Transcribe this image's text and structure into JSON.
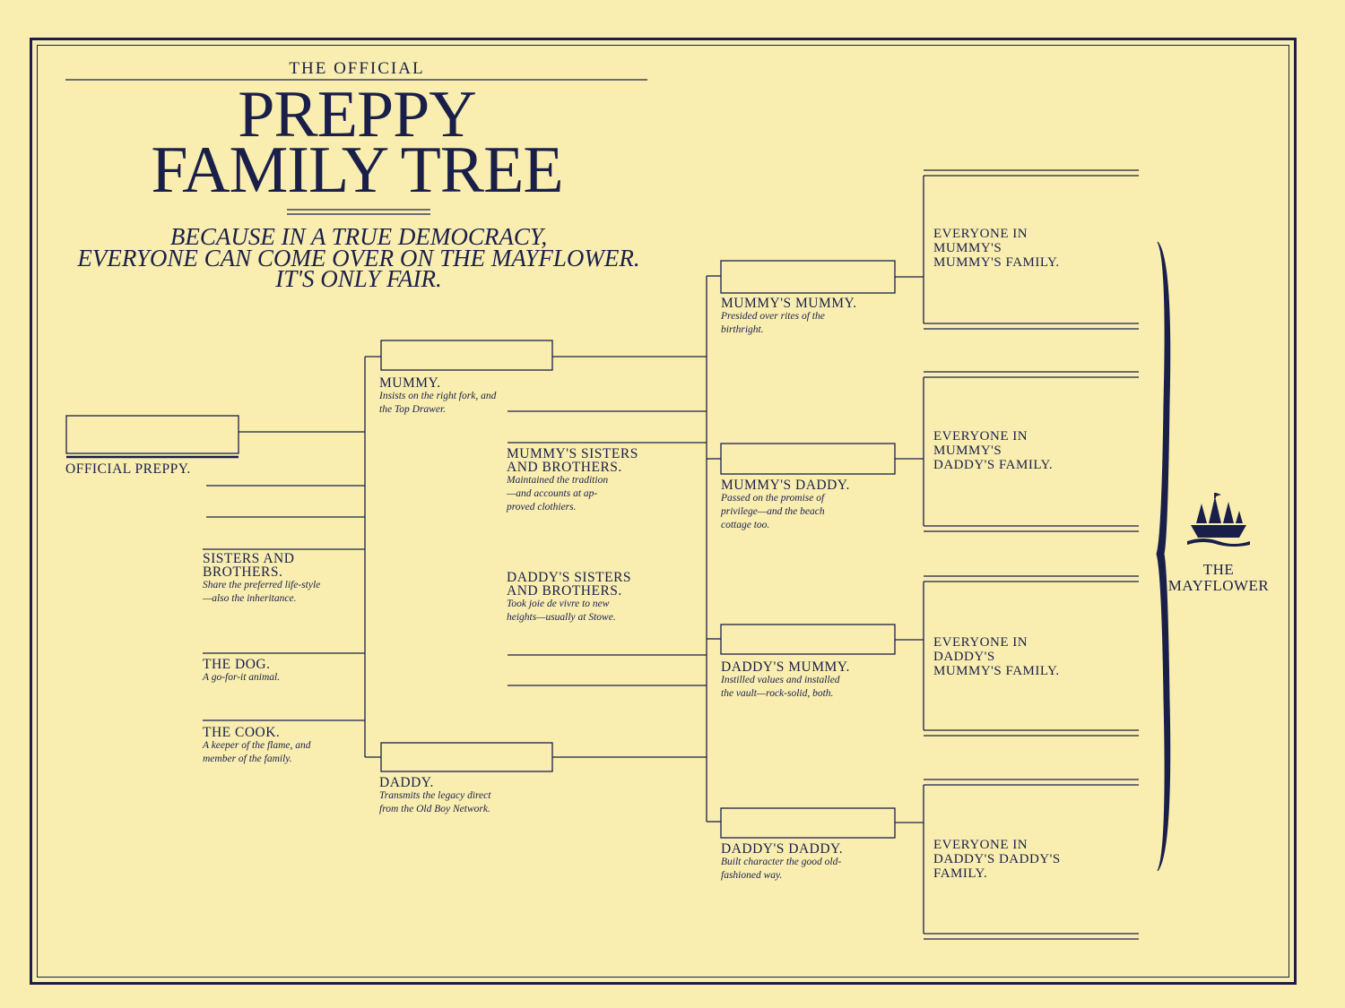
{
  "header": {
    "kicker": "THE OFFICIAL",
    "title_line1": "PREPPY",
    "title_line2": "FAMILY TREE"
  },
  "tagline": {
    "line1": "BECAUSE IN A TRUE DEMOCRACY,",
    "line2": "EVERYONE CAN COME OVER ON THE MAYFLOWER.",
    "line3": "IT'S ONLY FAIR."
  },
  "nodes": {
    "official_preppy": {
      "label": "OFFICIAL PREPPY."
    },
    "sisters_brothers": {
      "label_line1": "SISTERS AND",
      "label_line2": "BROTHERS.",
      "desc": "Share the preferred life-style—also the inheritance."
    },
    "dog": {
      "label": "THE DOG.",
      "desc": "A go-for-it animal."
    },
    "cook": {
      "label": "THE COOK.",
      "desc": "A keeper of the flame, and member of the family."
    },
    "mummy": {
      "label": "MUMMY.",
      "desc": "Insists on the right fork, and the Top Drawer."
    },
    "daddy": {
      "label": "DADDY.",
      "desc": "Transmits the legacy direct from the Old Boy Network."
    },
    "mummys_siblings": {
      "label_line1": "MUMMY'S SISTERS",
      "label_line2": "AND BROTHERS.",
      "desc": "Maintained the tradition —and accounts at ap-proved clothiers."
    },
    "daddys_siblings": {
      "label_line1": "DADDY'S SISTERS",
      "label_line2": "AND BROTHERS.",
      "desc": "Took joie de vivre to new heights—usually at Stowe."
    },
    "mummys_mummy": {
      "label": "MUMMY'S MUMMY.",
      "desc": "Presided over rites of the birthright."
    },
    "mummys_daddy": {
      "label": "MUMMY'S DADDY.",
      "desc": "Passed on the promise of privilege—and the beach cottage too."
    },
    "daddys_mummy": {
      "label": "DADDY'S MUMMY.",
      "desc": "Instilled values and installed the vault—rock-solid, both."
    },
    "daddys_daddy": {
      "label": "DADDY'S DADDY.",
      "desc": "Built character the good old-fashioned way."
    }
  },
  "families": [
    {
      "line1": "EVERYONE IN",
      "line2": "MUMMY'S",
      "line3": "MUMMY'S FAMILY."
    },
    {
      "line1": "EVERYONE IN",
      "line2": "MUMMY'S",
      "line3": "DADDY'S FAMILY."
    },
    {
      "line1": "EVERYONE IN",
      "line2": "DADDY'S",
      "line3": "MUMMY'S FAMILY."
    },
    {
      "line1": "EVERYONE IN",
      "line2": "DADDY'S DADDY'S",
      "line3": "FAMILY."
    }
  ],
  "mayflower": {
    "line1": "THE",
    "line2": "MAYFLOWER",
    "icon": "ship-icon"
  },
  "colors": {
    "paper": "#f9eeb0",
    "ink": "#1a1f4a"
  }
}
